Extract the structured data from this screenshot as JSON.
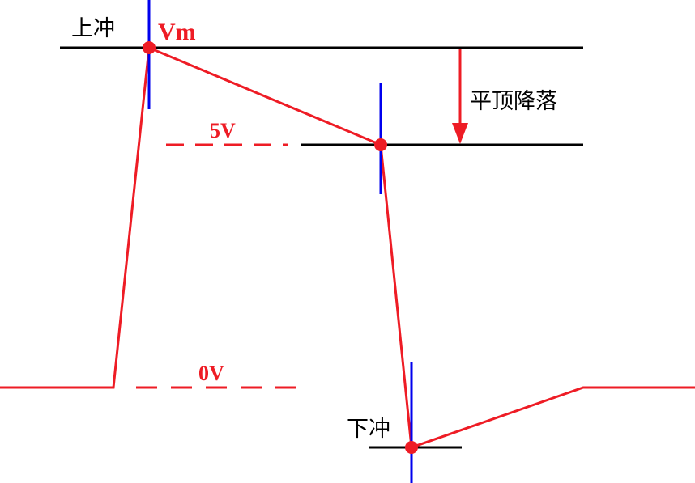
{
  "labels": {
    "overshoot": "上冲",
    "vm": "Vm",
    "level_5v": "5V",
    "level_0v": "0V",
    "droop": "平顶降落",
    "undershoot": "下冲"
  },
  "colors": {
    "waveform": "#ee1c25",
    "reference_line": "#000000",
    "marker_tick": "#0000ee",
    "label_text": "#000000",
    "accent_text": "#ee1c25"
  }
}
